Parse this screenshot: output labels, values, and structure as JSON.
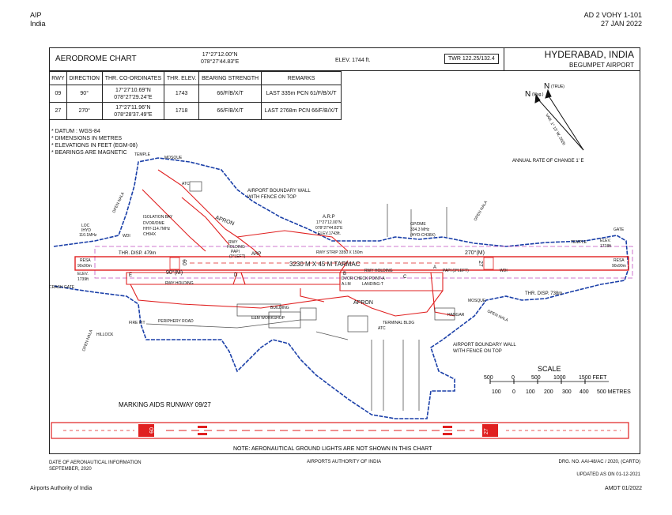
{
  "header": {
    "left_line1": "AIP",
    "left_line2": "India",
    "right_line1": "AD 2 VOHY 1-101",
    "right_line2": "27 JAN 2022"
  },
  "chart": {
    "title": "AERODROME CHART",
    "arp_lat": "17°27'12.00\"N",
    "arp_lon": "078°27'44.83\"E",
    "elevation": "ELEV.  1744 ft.",
    "twr": "TWR 122.25/132.4",
    "city": "HYDERABAD, INDIA",
    "airport": "BEGUMPET AIRPORT"
  },
  "runway_table": {
    "headers": [
      "RWY",
      "DIRECTION",
      "THR. CO-ORDINATES",
      "THR. ELEV.",
      "BEARING STRENGTH",
      "REMARKS"
    ],
    "rows": [
      {
        "rwy": "09",
        "direction": "90°",
        "coord_lat": "17°27'10.69\"N",
        "coord_lon": "078°27'29.24\"E",
        "elev": "1743",
        "strength": "66/F/B/X/T",
        "remarks": "LAST 335m  PCN 61/F/B/X/T"
      },
      {
        "rwy": "27",
        "direction": "270°",
        "coord_lat": "17°27'11.96\"N",
        "coord_lon": "078°28'37.49\"E",
        "elev": "1718",
        "strength": "66/F/B/X/T",
        "remarks": "LAST 2768m  PCN 66/F/B/X/T"
      }
    ]
  },
  "notes": [
    "* DATUM : WGS-84",
    "* DIMENSIONS IN METRES",
    "* ELEVATIONS IN FEET (EGM-08)",
    "* BEARINGS ARE MAGNETIC"
  ],
  "north": {
    "true_label": "N",
    "true_sub": "(TRUE)",
    "mag_label": "N",
    "mag_sub": "(Mag.)",
    "variation": "VAR. 1° 15' W, 2020",
    "annual": "ANNUAL RATE OF CHANGE 1' E"
  },
  "map_labels": {
    "temple1": "TEMPLE",
    "mosque1": "MOSQUE",
    "atc1": "ATC",
    "boundary1_a": "AIRPORT BOUNDARY WALL",
    "boundary1_b": "WITH FENCE ON TOP",
    "open_nala1": "OPEN NALA",
    "apron1": "APRON",
    "arp_a": "A.R.P",
    "arp_b": "17°27'12.00\"N",
    "arp_c": "078°27'44.83\"E",
    "arp_d": "ELEV.1743ft.",
    "isolation": "ISOLATION BAY",
    "dvor_a": "DVOR/DME",
    "dvor_b": "HHY-114.7MHz",
    "dvor_c": "CH94X",
    "gp_a": "GP/DME",
    "gp_b": "334.3 MHz",
    "gp_c": "(HYD-CH38X)",
    "open_nala2": "OPEN NALA",
    "loc_a": "LOC",
    "loc_b": "IHYD",
    "loc_c": "110.1MHz",
    "wdi1": "WDI",
    "thr_disp_left": "THR. DISP. 479m",
    "rwy_holding1_a": "RWY",
    "rwy_holding1_b": "HOLDING",
    "papi1_a": "PAPI",
    "papi1_b": "(3°LEFT)",
    "arp_marker": "ARP",
    "strip": "RWY STRIP 3350 X 150m",
    "heading_270": "270°(M)",
    "temple2": "TEMPLE",
    "elev_right_a": "ELEV.",
    "elev_right_b": "1718ft",
    "gate": "GATE",
    "resa_left_a": "RESA",
    "resa_left_b": "90x90m",
    "elev_left_a": "ELEV.",
    "elev_left_b": "1739ft",
    "crash_gate": "CRASH GATE",
    "rwy09": "09",
    "tarmac": "3230 M X 45 M  TARMAC",
    "rwy27": "27",
    "resa_right_a": "RESA",
    "resa_right_b": "90x90m",
    "heading_90": "90°(M)",
    "twy_e": "E",
    "twy_d": "D",
    "twy_b": "B",
    "twy_c": "C",
    "twy_a": "A",
    "rwy_holding2": "RWY HOLDING",
    "rwy_holding3": "RWY HOLDING",
    "dvor_check": "DVOR CHECK POINT-A",
    "aim": "A.I.M",
    "landing_t": "LANDING-T",
    "papi2": "PAPI (3°LEFT)",
    "wdi2": "WDI",
    "thr_disp_right": "THR. DISP. 738m",
    "apron2": "APRON",
    "mosque2": "MOSQUE",
    "building": "BUILDING",
    "em_workshop": "E&M WORKSHOP",
    "fire_pit": "FIRE PIT",
    "periphery": "PERIPHERY ROAD",
    "hillock": "HILLOCK",
    "open_nala3": "OPEN NALA",
    "terminal": "TERMINAL BLDG",
    "atc2": "ATC",
    "hangar": "HANGAR",
    "open_nala4": "OPEN NALA",
    "boundary2_a": "AIRPORT BOUNDARY WALL",
    "boundary2_b": "WITH FENCE ON TOP"
  },
  "scale": {
    "title": "SCALE",
    "feet_ticks": [
      "500",
      "0",
      "500",
      "1000",
      "1500 FEET"
    ],
    "metre_ticks": [
      "100",
      "0",
      "100",
      "200",
      "300",
      "400",
      "500 METRES"
    ]
  },
  "marking": {
    "title": "MARKING AIDS RUNWAY 09/27",
    "left_num": "09",
    "right_num": "27"
  },
  "note": "NOTE: AERONAUTICAL GROUND LIGHTS ARE NOT SHOWN IN THIS CHART",
  "footer": {
    "date_label": "DATE OF AERONAUTICAL INFORMATION",
    "date_value": "SEPTEMBER, 2020",
    "authority_center": "AIRPORTS AUTHORITY OF INDIA",
    "drg": "DRG. NO. AAI-48/AC / 2020, (CARTO)",
    "updated": "UPDATED AS ON 01-12-2021",
    "bottom_left": "Airports Authority of India",
    "bottom_right": "AMDT 01/2022"
  }
}
